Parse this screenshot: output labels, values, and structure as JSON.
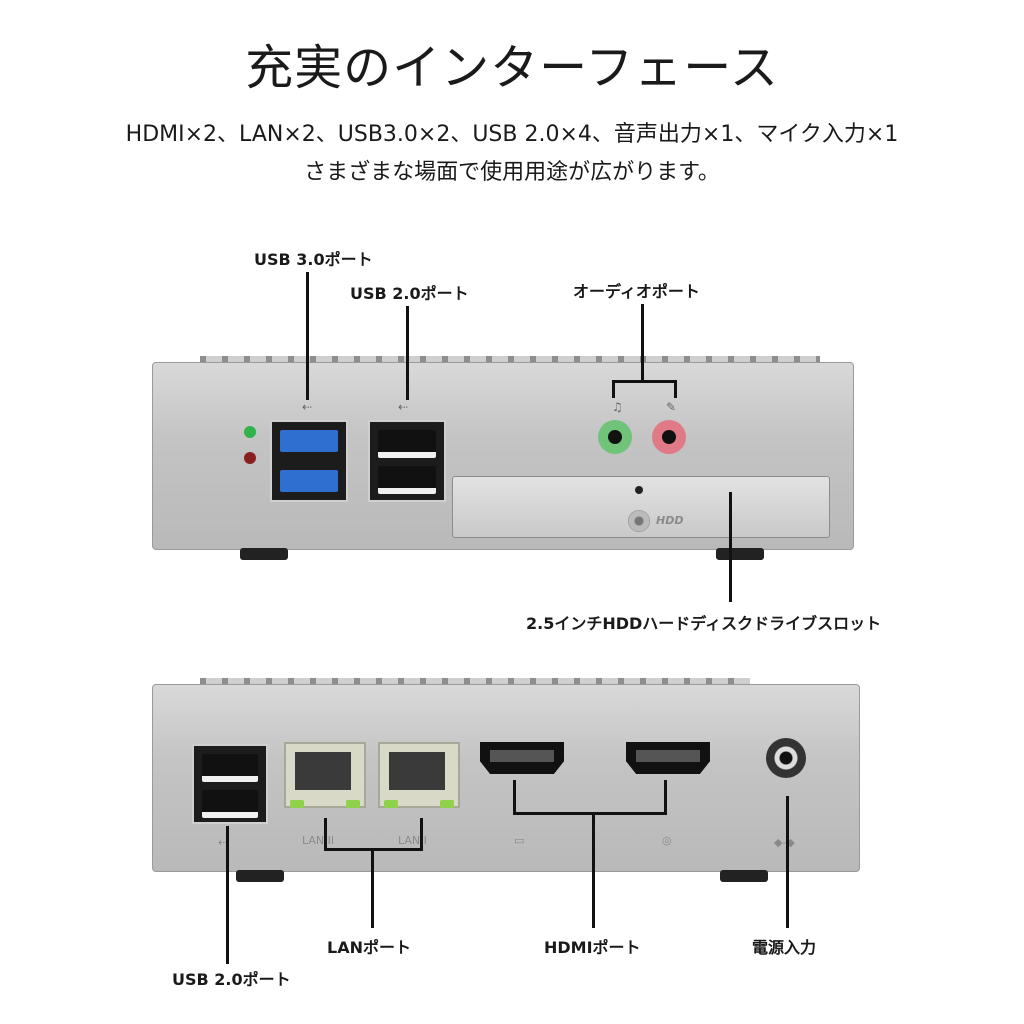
{
  "heading": {
    "title": "充実のインターフェース",
    "line1": "HDMI×2、LAN×2、USB3.0×2、USB 2.0×4、音声出力×1、マイク入力×1",
    "line2": "さまざまな場面で使用用途が広がります。"
  },
  "front_labels": {
    "usb3": "USB 3.0ポート",
    "usb2": "USB 2.0ポート",
    "audio": "オーディオポート",
    "hdd": "2.5インチHDDハードディスクドライブスロット",
    "hdd_badge": "HDD"
  },
  "back_labels": {
    "lan": "LANポート",
    "hdmi": "HDMIポート",
    "power": "電源入力",
    "usb2": "USB 2.0ポート",
    "lan_ii": "LAN II",
    "lan_i": "LAN I"
  },
  "colors": {
    "usb3_blue": "#2f6fcf",
    "led_green": "#2fb34a",
    "led_red": "#8a1f1f",
    "audio_out_green": "#6fc47a",
    "mic_in_pink": "#e07a86"
  },
  "icons": [
    "usb-icon",
    "headphone-icon",
    "microphone-icon",
    "display-icon",
    "camera-icon",
    "power-icon"
  ]
}
